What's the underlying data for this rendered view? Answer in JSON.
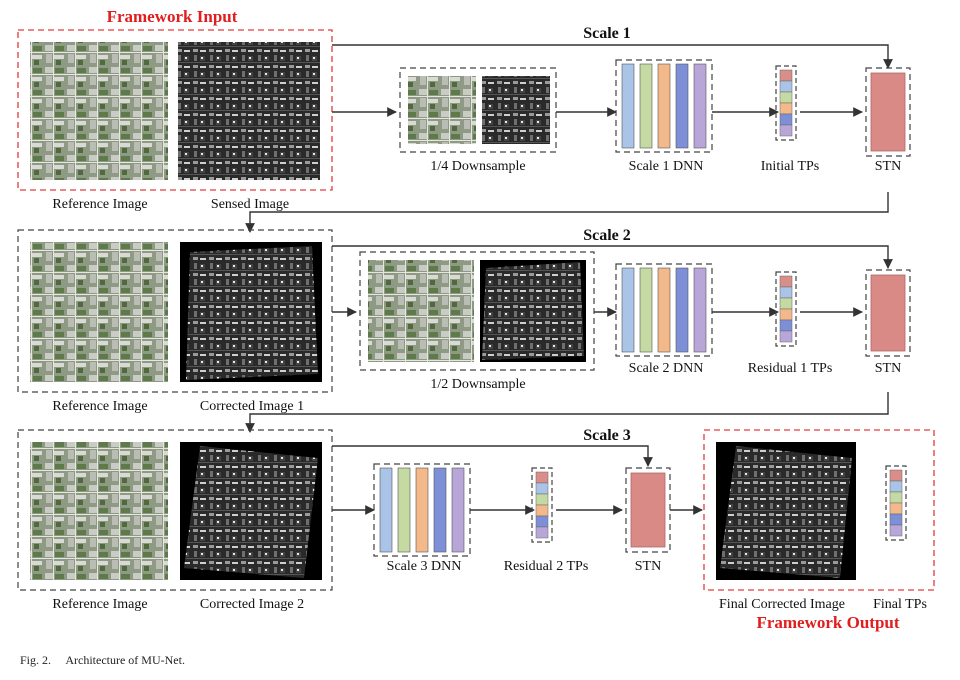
{
  "framework_input_title": "Framework Input",
  "framework_output_title": "Framework Output",
  "caption": "Fig. 2.  Architecture of MU-Net.",
  "colors": {
    "dnn_layers": [
      "#a9c4e6",
      "#c5d9a3",
      "#f3b98a",
      "#7d8fd6",
      "#b8a6d8"
    ],
    "tp_stack": [
      "#d98e89",
      "#a9c4e6",
      "#c5d9a3",
      "#f3b98a",
      "#7d8fd6",
      "#b8a6d8"
    ],
    "stn_fill": "#d98986",
    "stn_stroke": "#b06a66",
    "red_accent": "#e11d1d"
  },
  "scale1": {
    "title": "Scale 1",
    "reference_label": "Reference Image",
    "sensed_label": "Sensed Image",
    "downsample_label": "1/4 Downsample",
    "dnn_label": "Scale 1 DNN",
    "tps_label": "Initial TPs",
    "stn_label": "STN"
  },
  "scale2": {
    "title": "Scale 2",
    "reference_label": "Reference Image",
    "corrected_label": "Corrected Image 1",
    "downsample_label": "1/2 Downsample",
    "dnn_label": "Scale 2 DNN",
    "tps_label": "Residual 1 TPs",
    "stn_label": "STN"
  },
  "scale3": {
    "title": "Scale 3",
    "reference_label": "Reference Image",
    "corrected_label": "Corrected Image 2",
    "dnn_label": "Scale 3 DNN",
    "tps_label": "Residual 2 TPs",
    "stn_label": "STN"
  },
  "output": {
    "final_image_label": "Final Corrected Image",
    "final_tps_label": "Final TPs"
  }
}
